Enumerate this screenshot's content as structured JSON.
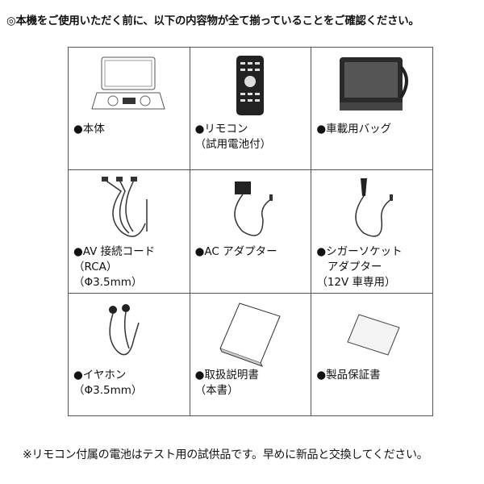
{
  "header": {
    "title": "◎本機をご使用いただく前に、以下の内容物が全て揃っていることをご確認ください。"
  },
  "items": [
    {
      "label": "●本体",
      "icon": "portable-dvd-player-icon"
    },
    {
      "label": "●リモコン\n（試用電池付）",
      "icon": "remote-control-icon"
    },
    {
      "label": "●車載用バッグ",
      "icon": "car-bag-icon"
    },
    {
      "label": "●AV 接続コード\n（RCA）\n（Φ3.5mm）",
      "icon": "av-cable-icon"
    },
    {
      "label": "●AC アダプター",
      "icon": "ac-adapter-icon"
    },
    {
      "label": "●シガーソケット\n　アダプター\n（12V 車専用）",
      "icon": "cigarette-adapter-icon"
    },
    {
      "label": "●イヤホン\n（Φ3.5mm）",
      "icon": "earphones-icon"
    },
    {
      "label": "●取扱説明書\n（本書）",
      "icon": "manual-icon"
    },
    {
      "label": "●製品保証書",
      "icon": "warranty-card-icon"
    }
  ],
  "footer": {
    "note": "※リモコン付属の電池はテスト用の試供品です。早めに新品と交換してください。"
  }
}
